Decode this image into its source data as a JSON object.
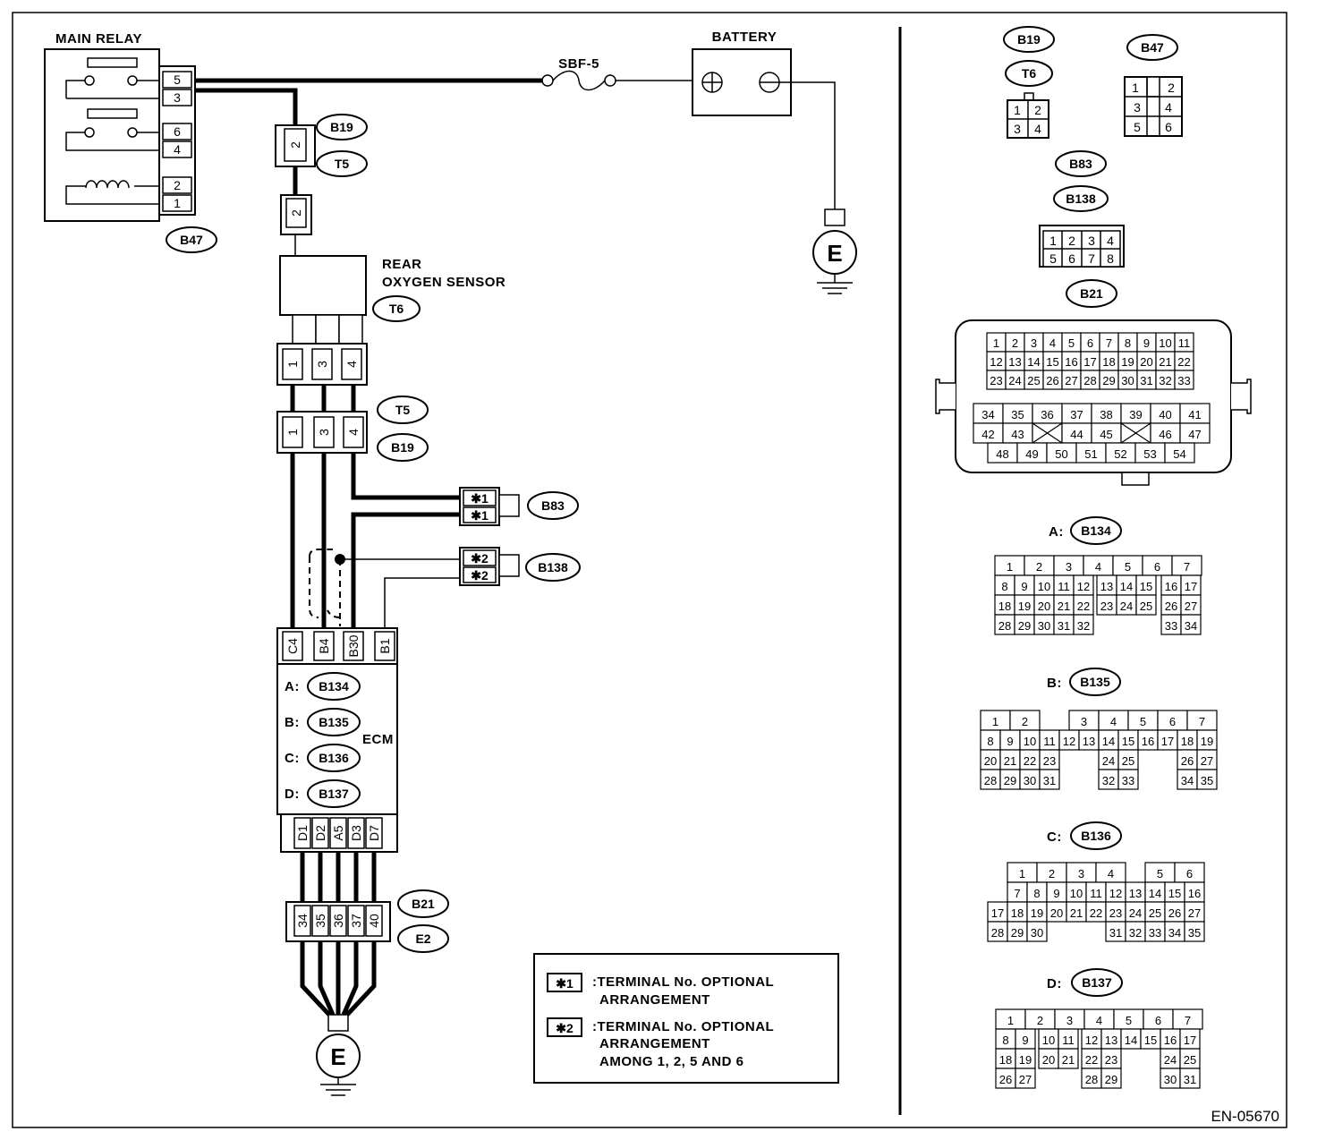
{
  "main_relay": {
    "title": "MAIN RELAY",
    "pins": [
      "5",
      "3",
      "6",
      "4",
      "2",
      "1"
    ],
    "connector": "B47"
  },
  "fuse": {
    "label": "SBF-5"
  },
  "battery": {
    "label": "BATTERY"
  },
  "ground": {
    "label": "E"
  },
  "sensor": {
    "title_line1": "REAR",
    "title_line2": "OXYGEN SENSOR",
    "connector": "T6"
  },
  "inline_conn_top": {
    "labels": [
      "B19",
      "T5"
    ],
    "pin": "2"
  },
  "inline_conn_mid": {
    "labels": [
      "T5",
      "B19"
    ],
    "pins": [
      "1",
      "3",
      "4"
    ]
  },
  "sensor_pins": [
    "1",
    "3",
    "4"
  ],
  "opt1": {
    "marks": [
      "✱1",
      "✱1"
    ],
    "connector": "B83"
  },
  "opt2": {
    "marks": [
      "✱2",
      "✱2"
    ],
    "connector": "B138"
  },
  "ecm": {
    "label": "ECM",
    "top_pins": [
      "C4",
      "B4",
      "B30",
      "B1"
    ],
    "bottom_pins": [
      "D1",
      "D2",
      "A5",
      "D3",
      "D7"
    ],
    "rows": [
      {
        "prefix": "A:",
        "connector": "B134"
      },
      {
        "prefix": "B:",
        "connector": "B135"
      },
      {
        "prefix": "C:",
        "connector": "B136"
      },
      {
        "prefix": "D:",
        "connector": "B137"
      }
    ]
  },
  "ground_conn": {
    "labels": [
      "B21",
      "E2"
    ],
    "pins": [
      "34",
      "35",
      "36",
      "37",
      "40"
    ]
  },
  "legend": {
    "item1": {
      "mark": "✱1",
      "line1": ":TERMINAL No. OPTIONAL",
      "line2": "ARRANGEMENT"
    },
    "item2": {
      "mark": "✱2",
      "line1": ":TERMINAL No. OPTIONAL",
      "line2": "ARRANGEMENT",
      "line3": "AMONG 1, 2, 5  AND 6"
    }
  },
  "right_panel": {
    "b19_t6": {
      "labels": [
        "B19",
        "T6"
      ],
      "pins": [
        "1",
        "2",
        "3",
        "4"
      ]
    },
    "b47": {
      "label": "B47",
      "pins": [
        "1",
        "2",
        "3",
        "4",
        "5",
        "6"
      ]
    },
    "b83_b138": {
      "labels": [
        "B83",
        "B138"
      ],
      "pins": [
        "1",
        "2",
        "3",
        "4",
        "5",
        "6",
        "7",
        "8"
      ]
    },
    "b21": {
      "label": "B21"
    },
    "a_conn": {
      "prefix": "A:",
      "label": "B134"
    },
    "b_conn": {
      "prefix": "B:",
      "label": "B135"
    },
    "c_conn": {
      "prefix": "C:",
      "label": "B136"
    },
    "d_conn": {
      "prefix": "D:",
      "label": "B137"
    }
  },
  "figure_code": "EN-05670"
}
